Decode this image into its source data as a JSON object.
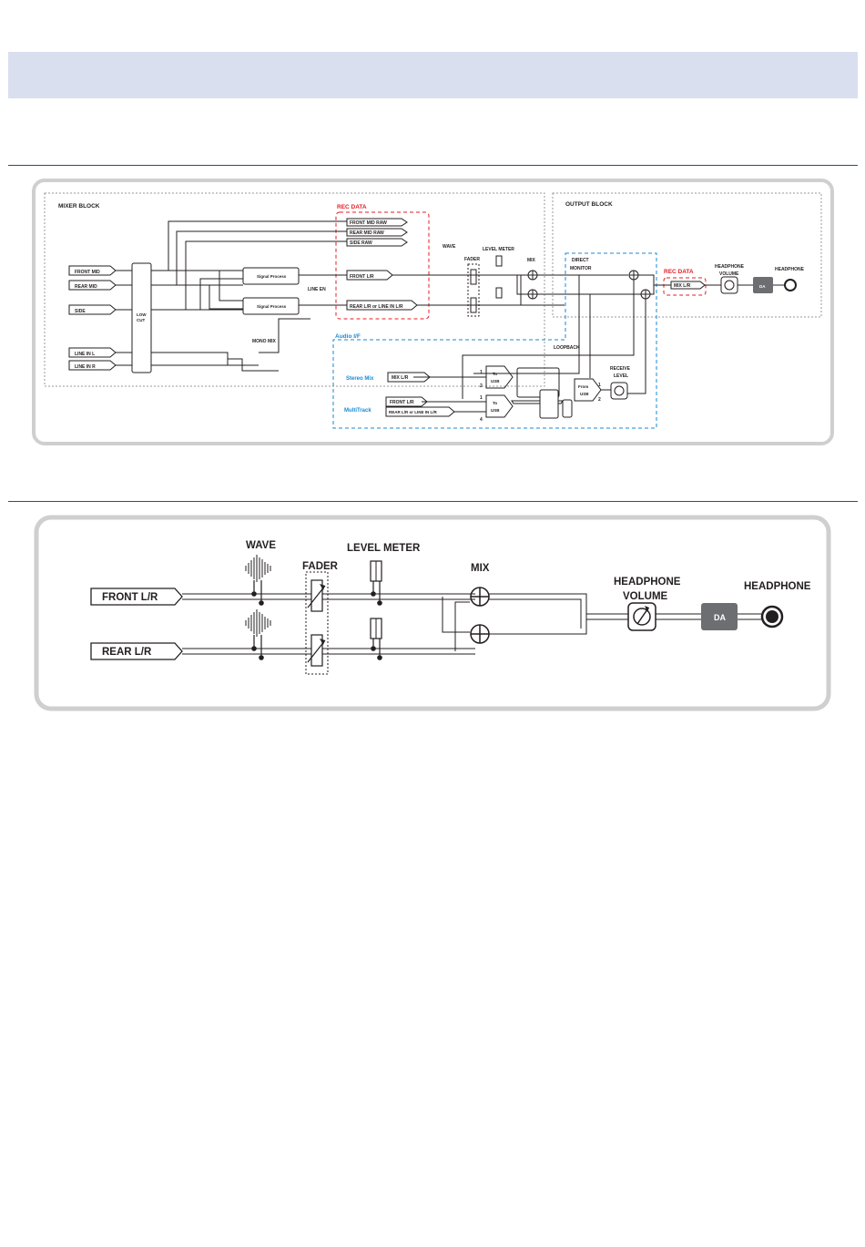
{
  "overview": {
    "mixer_block": "MIXER BLOCK",
    "output_block": "OUTPUT BLOCK",
    "rec_data": "REC DATA",
    "raw_front": "FRONT MID RAW",
    "raw_rear": "REAR MID RAW",
    "raw_side": "SIDE RAW",
    "in_front_mid": "FRONT MID",
    "in_rear_mid": "REAR MID",
    "in_side": "SIDE",
    "in_line_l": "LINE IN L",
    "in_line_r": "LINE IN R",
    "low_cut_1": "LOW",
    "low_cut_2": "CUT",
    "signal_process": "Signal Process",
    "line_en": "LINE EN",
    "mono_mix": "MONO MIX",
    "front_lr": "FRONT L/R",
    "rear_lr": "REAR L/R or LINE IN L/R",
    "wave": "WAVE",
    "fader": "FADER",
    "level_meter": "LEVEL METER",
    "mix": "MIX",
    "direct_monitor_1": "DIRECT",
    "direct_monitor_2": "MONITOR",
    "mix_lr": "MIX L/R",
    "headphone_volume_1": "HEADPHONE",
    "headphone_volume_2": "VOLUME",
    "da": "DA",
    "headphone": "HEADPHONE",
    "audio_if": "Audio I/F",
    "loopback": "LOOPBACK",
    "stereo_mix": "Stereo Mix",
    "multitrack": "MultiTrack",
    "to_usb_1": "To",
    "to_usb_2": "USB",
    "from_usb_1": "From",
    "from_usb_2": "USB",
    "receive_level_1": "RECEIVE",
    "receive_level_2": "LEVEL",
    "port_1": "1",
    "port_2": "2",
    "port_4": "4"
  },
  "detail": {
    "wave": "WAVE",
    "level_meter": "LEVEL METER",
    "fader": "FADER",
    "mix": "MIX",
    "front_lr": "FRONT L/R",
    "rear_lr": "REAR L/R",
    "headphone_volume_1": "HEADPHONE",
    "headphone_volume_2": "VOLUME",
    "da": "DA",
    "headphone": "HEADPHONE"
  },
  "colors": {
    "header_band": "#d9dfef",
    "rule": "#1f4e8c",
    "rec_data_red": "#e31e24",
    "audio_if_blue": "#1a8ad4",
    "da_box": "#6d6e71",
    "panel_border": "#cfcfcf"
  }
}
